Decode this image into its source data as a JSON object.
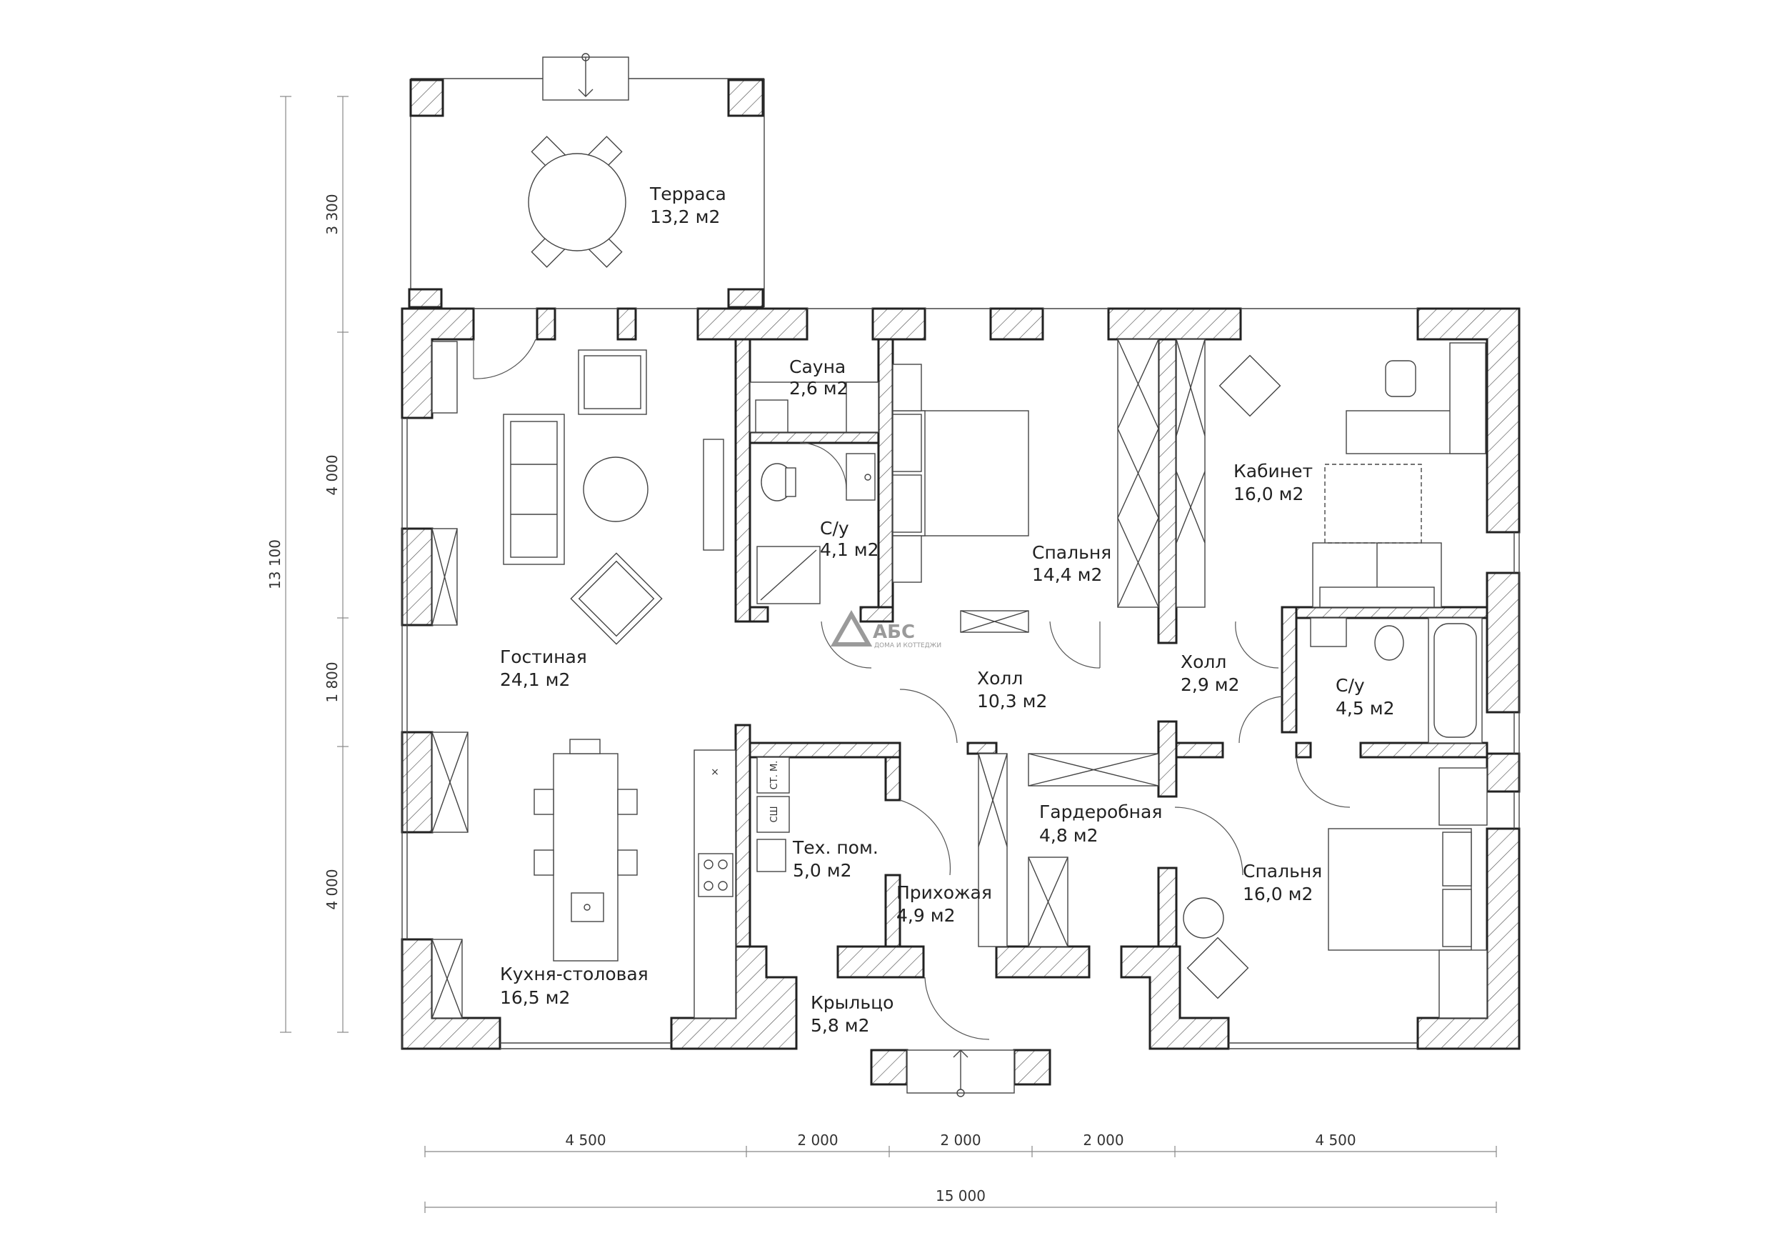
{
  "rooms": {
    "terrace": {
      "name": "Терраса",
      "area": "13,2 м2"
    },
    "sauna": {
      "name": "Сауна",
      "area": "2,6 м2"
    },
    "bath1": {
      "name": "С/у",
      "area": "4,1 м2"
    },
    "bedroom1": {
      "name": "Спальня",
      "area": "14,4 м2"
    },
    "office": {
      "name": "Кабинет",
      "area": "16,0 м2"
    },
    "living": {
      "name": "Гостиная",
      "area": "24,1 м2"
    },
    "hall1": {
      "name": "Холл",
      "area": "10,3 м2"
    },
    "hall2": {
      "name": "Холл",
      "area": "2,9 м2"
    },
    "bath2": {
      "name": "С/у",
      "area": "4,5 м2"
    },
    "tech": {
      "name": "Тех. пом.",
      "area": "5,0 м2"
    },
    "wardrobe": {
      "name": "Гардеробная",
      "area": "4,8 м2"
    },
    "bedroom2": {
      "name": "Спальня",
      "area": "16,0 м2"
    },
    "entry": {
      "name": "Прихожая",
      "area": "4,9 м2"
    },
    "kitchen": {
      "name": "Кухня-столовая",
      "area": "16,5 м2"
    },
    "porch": {
      "name": "Крыльцо",
      "area": "5,8 м2"
    }
  },
  "dimensions": {
    "vertical_total": "13 100",
    "vertical_segments": [
      "3 300",
      "4 000",
      "1 800",
      "4 000"
    ],
    "horizontal_total": "15 000",
    "horizontal_segments": [
      "4 500",
      "2 000",
      "2 000",
      "2 000",
      "4 500"
    ]
  },
  "fixtures": {
    "washer_label": "СТ. М.",
    "dryer_label": "СШ"
  },
  "logo": {
    "brand": "АБС",
    "tagline": "ДОМА И КОТТЕДЖИ"
  }
}
